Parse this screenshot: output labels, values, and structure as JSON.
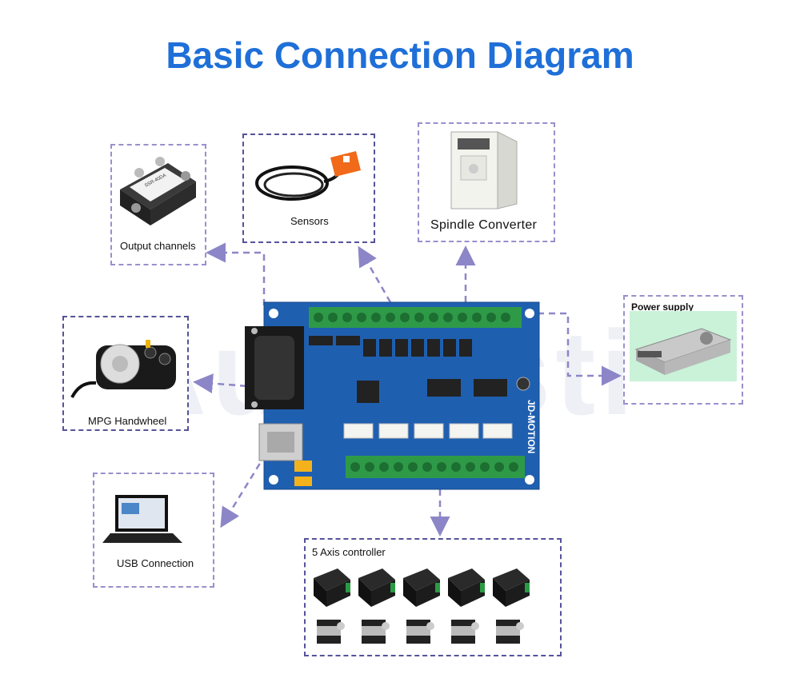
{
  "title": "Basic Connection Diagram",
  "watermark": "Autoasti",
  "board": {
    "brand": "JD-MOTION"
  },
  "nodes": {
    "output_channels": {
      "label": "Output channels",
      "relay_text": "SSR-40DA"
    },
    "sensors": {
      "label": "Sensors"
    },
    "spindle_converter": {
      "label": "Spindle Converter"
    },
    "power_supply": {
      "label": "Power supply"
    },
    "mpg_handwheel": {
      "label": "MPG Handwheel"
    },
    "usb_connection": {
      "label": "USB Connection"
    },
    "axis_controller": {
      "label": "5 Axis controller",
      "drivers": 5,
      "motors": 5
    }
  },
  "colors": {
    "title": "#1f6fd8",
    "board": "#1f5fb0",
    "terminal": "#2e9a48",
    "border": "#9a8fcc",
    "arrow": "#8c86c8"
  }
}
